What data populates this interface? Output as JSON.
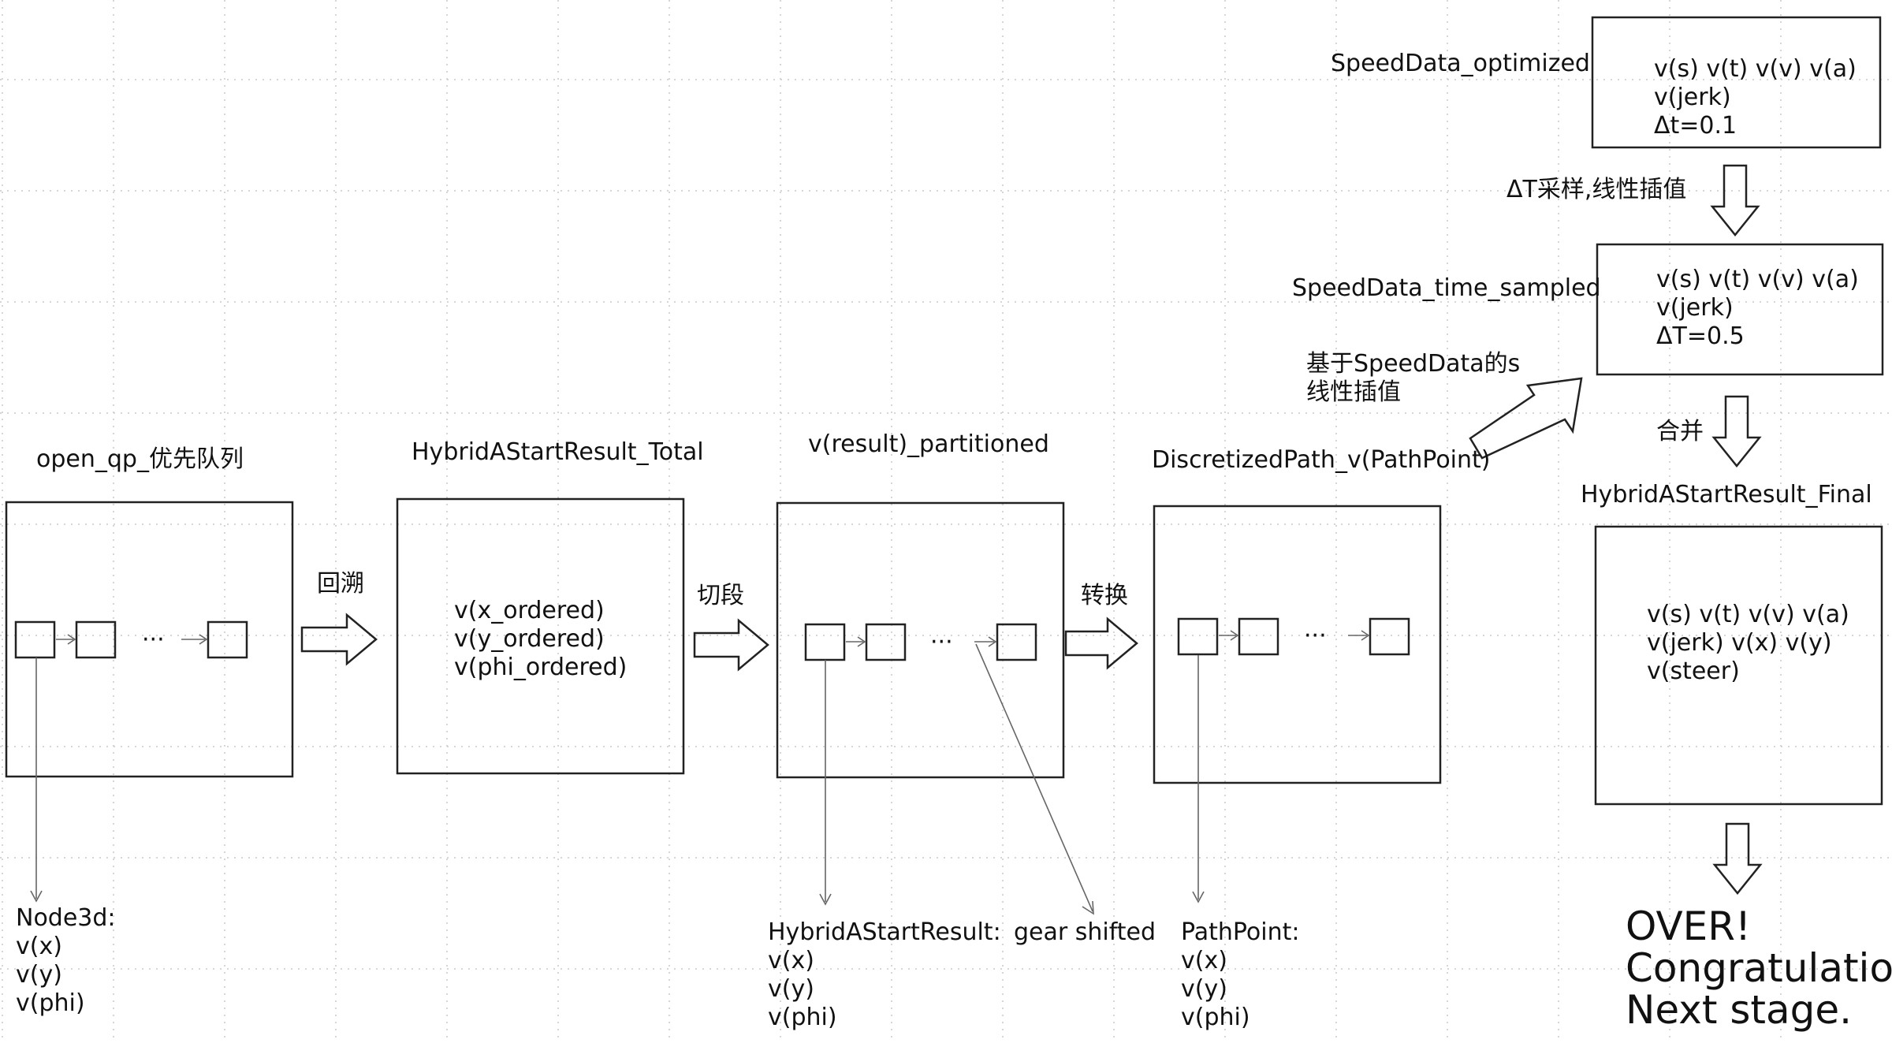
{
  "chain_labels": {
    "open_qp": "open_qp_优先队列",
    "total": "HybridAStartResult_Total",
    "partitioned": "v(result)_partitioned",
    "discretized": "DiscretizedPath_v(PathPoint)",
    "optimized": "SpeedData_optimized",
    "time_sampled": "SpeedData_time_sampled",
    "final": "HybridAStartResult_Final"
  },
  "arrow_labels": {
    "backtrack": "回溯",
    "segment": "切段",
    "convert": "转换",
    "sample": "ΔT采样,线性插值",
    "interp_line1": "基于SpeedData的s",
    "interp_line2": "线性插值",
    "merge": "合并"
  },
  "box_contents": {
    "total": [
      "v(x_ordered)",
      "v(y_ordered)",
      "v(phi_ordered)"
    ],
    "optimized": [
      "v(s) v(t) v(v) v(a)",
      "v(jerk)",
      "Δt=0.1"
    ],
    "time_sampled": [
      "v(s) v(t) v(v) v(a)",
      "v(jerk)",
      "ΔT=0.5"
    ],
    "final": [
      "v(s) v(t) v(v) v(a)",
      "v(jerk) v(x) v(y)",
      "v(steer)"
    ]
  },
  "ellipsis": "···",
  "node_notes": {
    "node3d": [
      "Node3d:",
      "v(x)",
      "v(y)",
      "v(phi)"
    ],
    "result": [
      "HybridAStartResult:",
      "v(x)",
      "v(y)",
      "v(phi)"
    ],
    "gear": "gear shifted",
    "pathpoint": [
      "PathPoint:",
      "v(x)",
      "v(y)",
      "v(phi)"
    ]
  },
  "ending": [
    "OVER!",
    "Congratulation!",
    "Next stage."
  ]
}
